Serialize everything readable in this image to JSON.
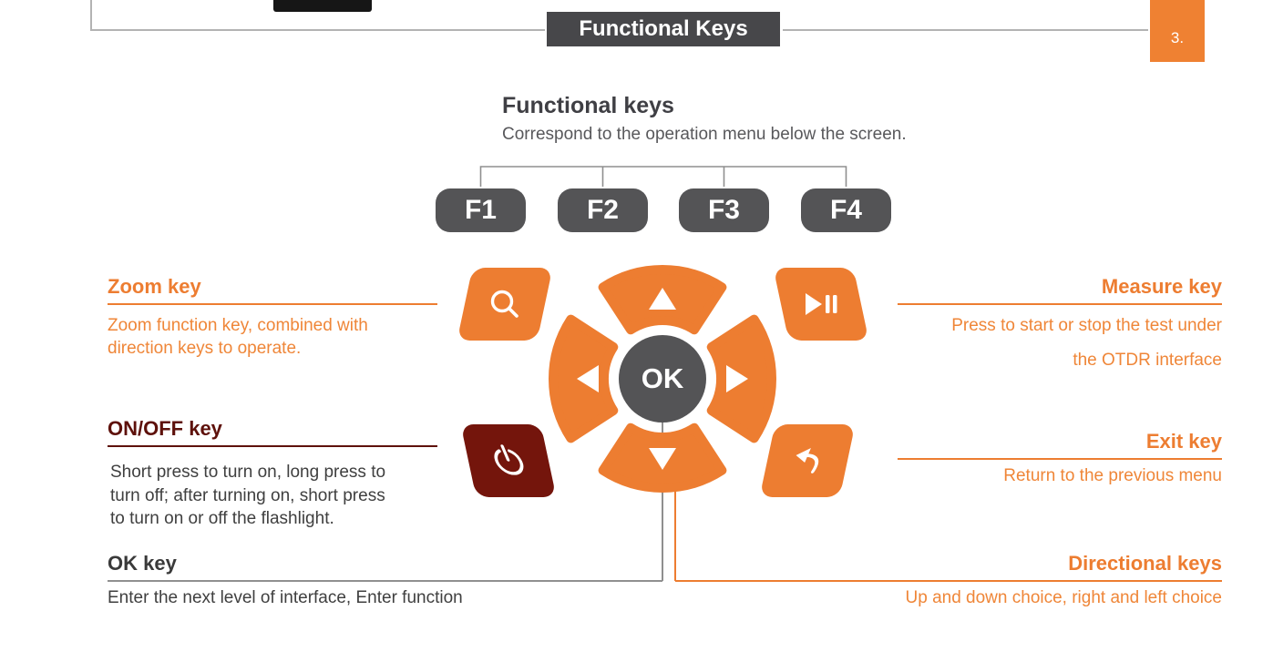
{
  "page": {
    "tab_number": "3.",
    "header_title": "Functional Keys"
  },
  "intro": {
    "title": "Functional keys",
    "subtitle": "Correspond to the operation menu below the screen."
  },
  "fkeys": {
    "labels": [
      "F1",
      "F2",
      "F3",
      "F4"
    ]
  },
  "dpad": {
    "ok_label": "OK"
  },
  "annotations": {
    "zoom": {
      "title": "Zoom key",
      "body": "Zoom function key, combined with\ndirection keys to operate."
    },
    "onoff": {
      "title": "ON/OFF key",
      "body": "Short press to turn on, long press to\nturn off; after turning on, short press\nto turn on or off the flashlight."
    },
    "ok": {
      "title": "OK key",
      "body": "Enter the next level of interface, Enter function"
    },
    "measure": {
      "title": "Measure key",
      "body": "Press to start or stop the test under\nthe OTDR interface"
    },
    "exit": {
      "title": "Exit key",
      "body": "Return to the previous menu"
    },
    "directional": {
      "title": "Directional keys",
      "body": "Up and down choice, right and left choice"
    }
  },
  "colors": {
    "accent_orange": "#ED7D31",
    "dark_gray": "#545456",
    "maroon": "#74150C"
  }
}
